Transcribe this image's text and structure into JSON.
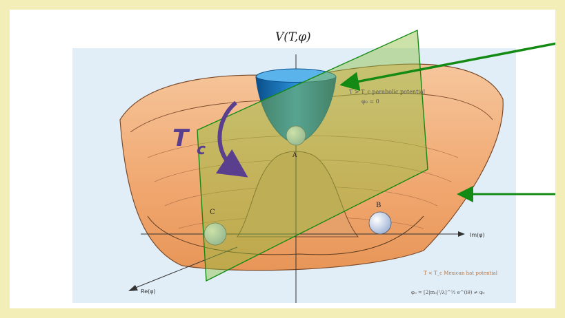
{
  "figure": {
    "axis_label_v": "V(T,φ)",
    "axis_label_im": "Im(φ)",
    "axis_label_re": "Re(φ)",
    "state_a": "A",
    "state_b": "B",
    "state_c": "C",
    "tc_main": "T",
    "tc_sub": "c",
    "upper_note_line1": "T > T_c  parabolic potential",
    "upper_note_line2": "φ₀ = 0",
    "lower_note_line1": "T < T_c  Mexican hat potential",
    "lower_note_line2": "φ₀ = [2|m₀|²/λ]^½ e^(iθ) ≠ φ₀"
  },
  "colors": {
    "slide_border": "#f3eeb8",
    "panel_bg": "#e1eef7",
    "hat": "#f2ad7a",
    "bowl": "#1f7dc4",
    "plane": "#8fbf3f",
    "arrow": "#138a13",
    "tc_color": "#5b3f8f"
  }
}
